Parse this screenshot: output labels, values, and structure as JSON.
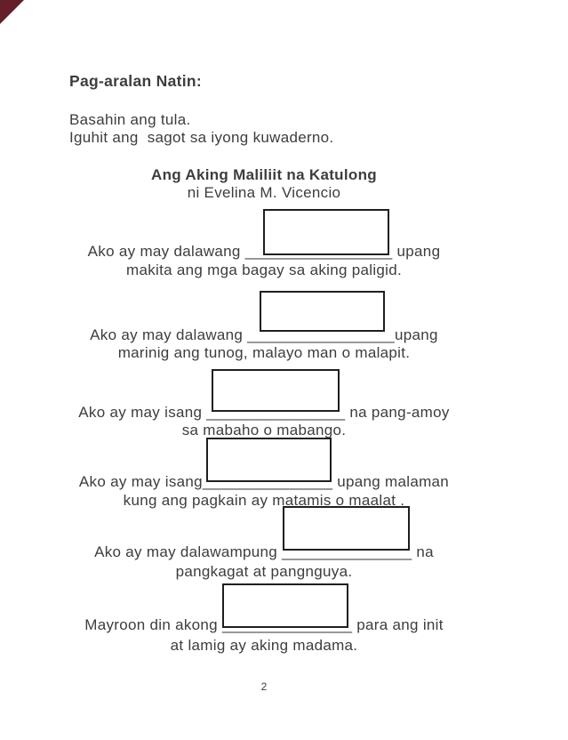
{
  "document": {
    "section_heading": "Pag-aralan Natin:",
    "instruction_line1": "Basahin ang tula.",
    "instruction_line2": "Iguhit ang  sagot sa iyong kuwaderno.",
    "page_number": "2"
  },
  "poem": {
    "title": "Ang Aking Maliliit na Katulong",
    "byline": "ni Evelina M. Vicencio",
    "stanzas": [
      {
        "line1": "Ako ay may dalawang _________________ upang",
        "line2": "makita ang mga bagay sa aking paligid."
      },
      {
        "line1": "Ako ay may dalawang _________________upang",
        "line2": "marinig ang tunog, malayo man o malapit."
      },
      {
        "line1": "Ako ay may isang ________________ na pang-amoy",
        "line2": "sa mabaho o mabango."
      },
      {
        "line1": "Ako ay may isang_______________ upang malaman",
        "line2": "kung ang pagkain ay matamis o maalat ."
      },
      {
        "line1": "Ako ay may dalawampung _______________ na",
        "line2": "pangkagat at pangnguya."
      },
      {
        "line1": "Mayroon din akong _______________ para ang init",
        "line2": "at lamig ay aking madama."
      }
    ],
    "answer_box_count": 6
  },
  "colors": {
    "page_background": "#ffffff",
    "text": "#3d3d3d",
    "box_border": "#1f1f1f",
    "corner_accent": "#661f29"
  }
}
